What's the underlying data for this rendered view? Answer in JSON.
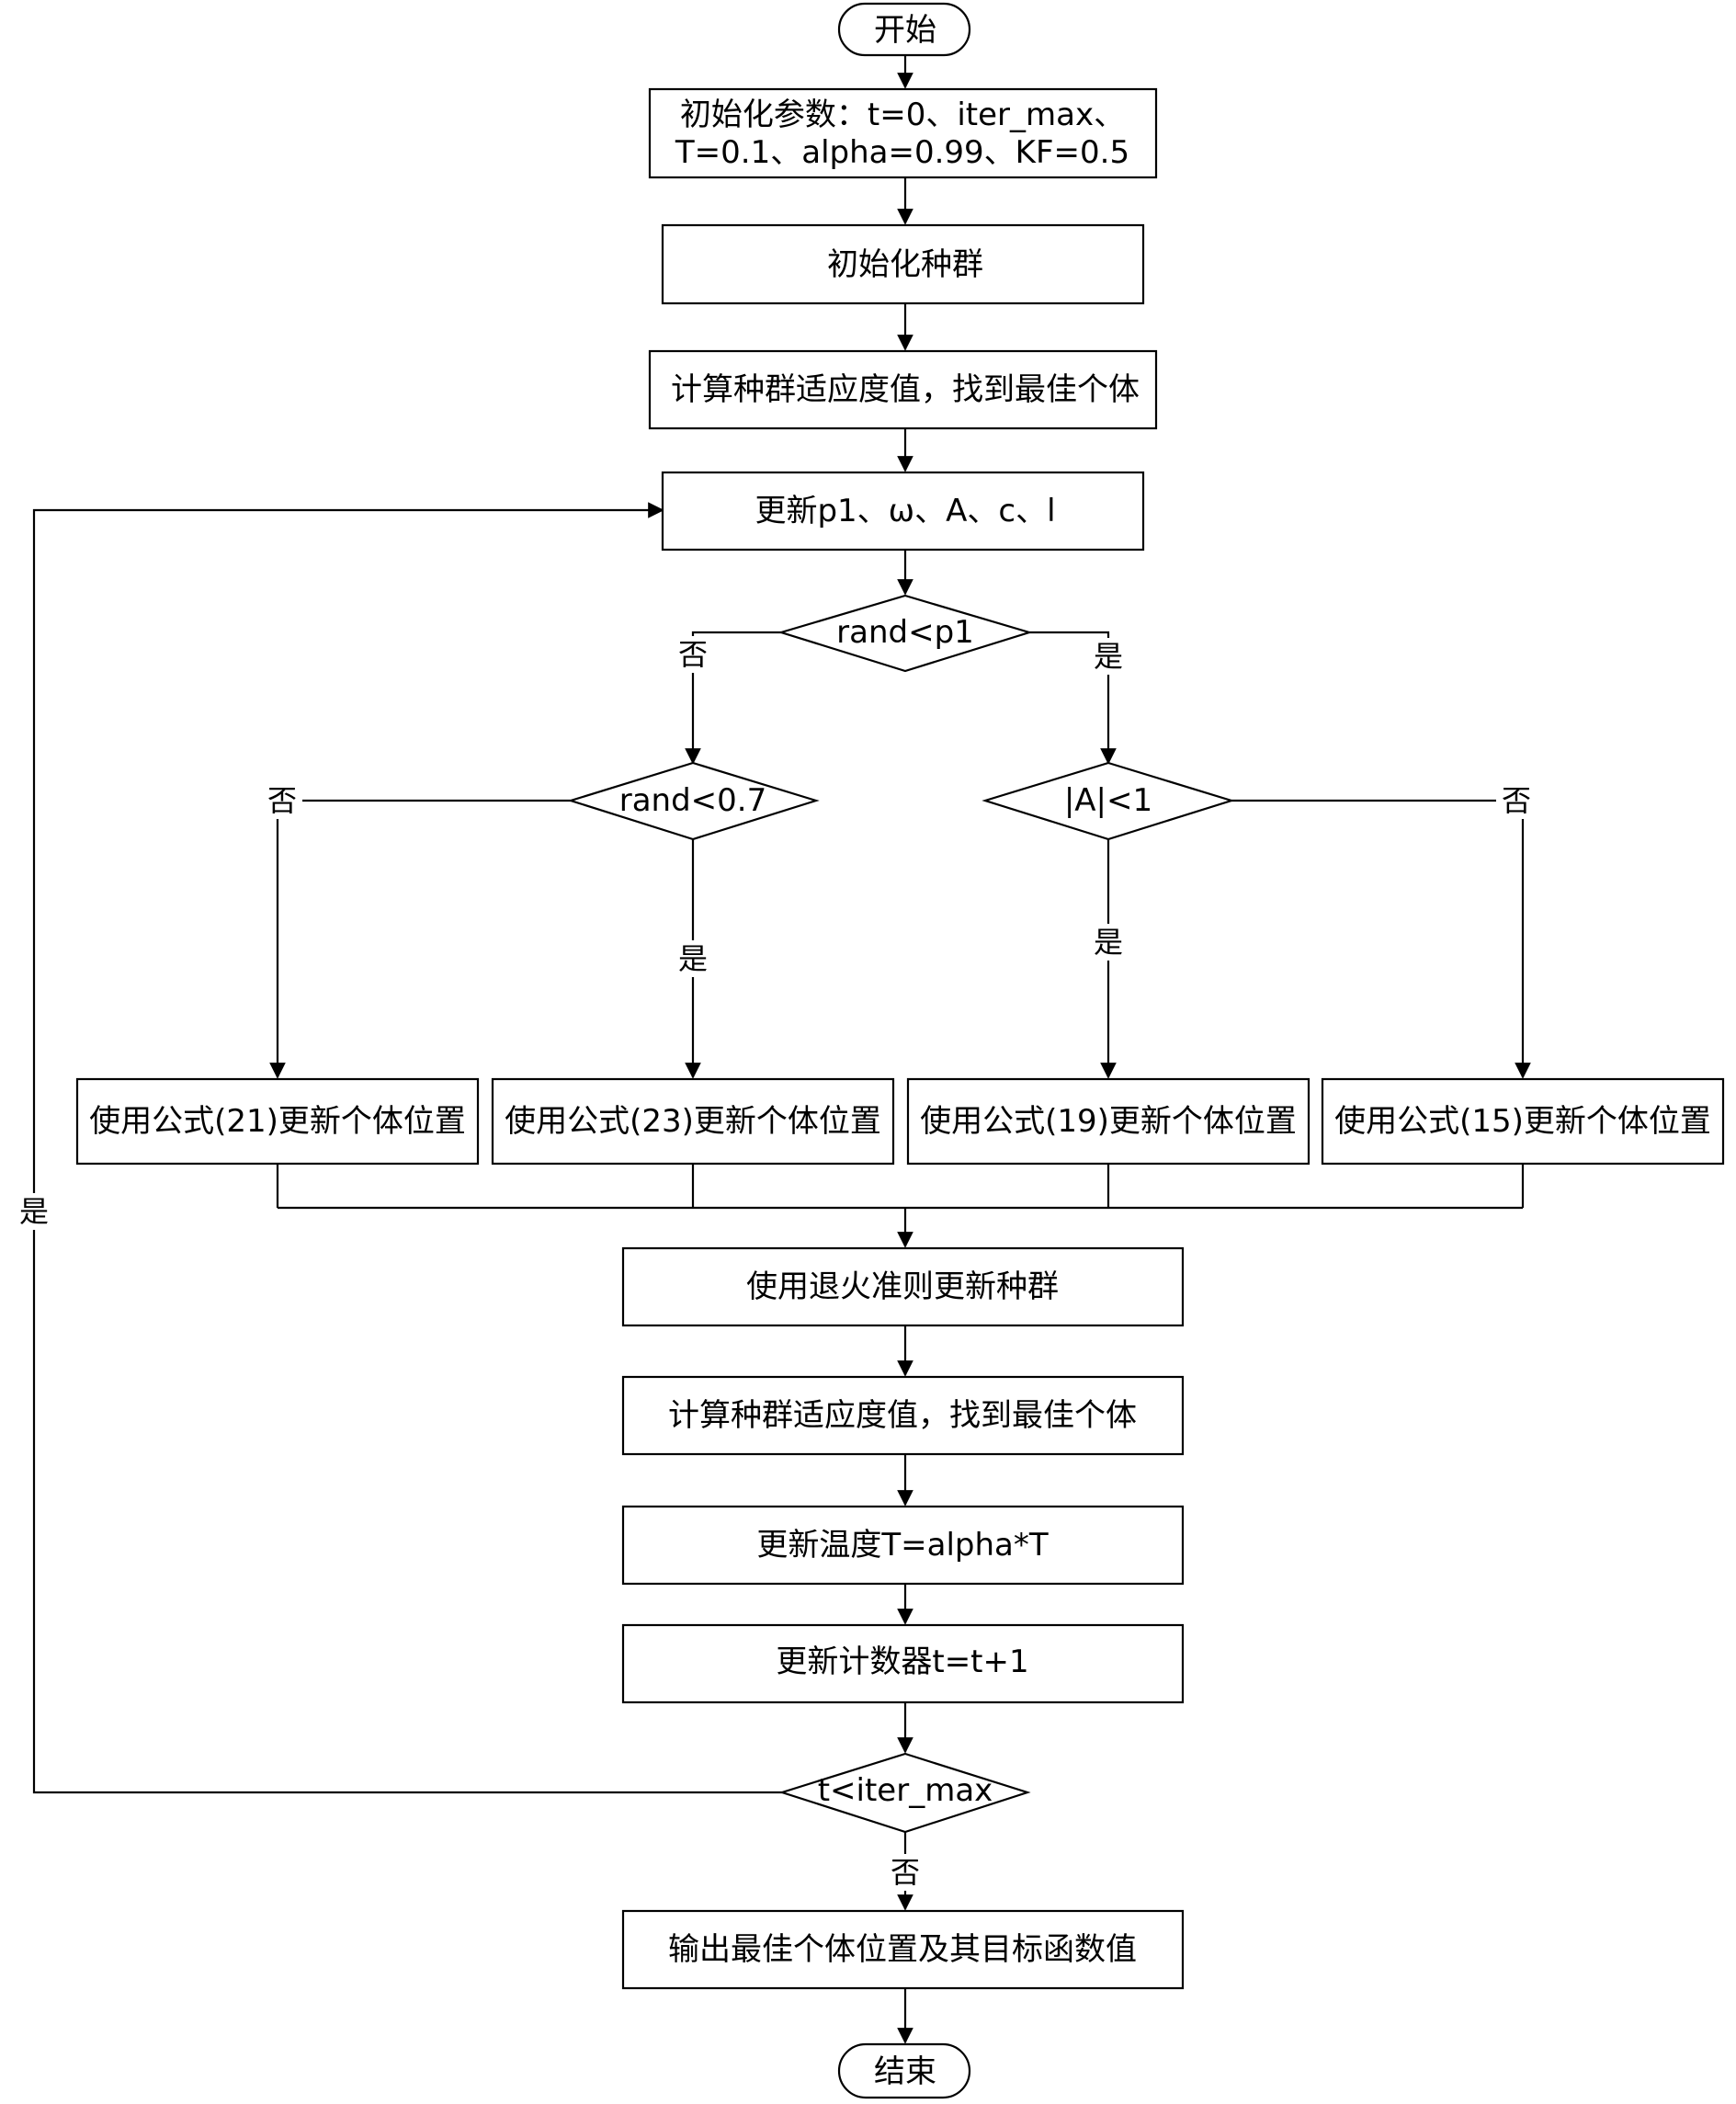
{
  "nodes": {
    "start": "开始",
    "init_params_line1": "初始化参数：t=0、iter_max、",
    "init_params_line2": "T=0.1、alpha=0.99、KF=0.5",
    "init_pop": "初始化种群",
    "calc_fitness_1": "计算种群适应度值，找到最佳个体",
    "update_params": "更新p1、ω、A、c、l",
    "decision_rand_p1": "rand<p1",
    "decision_rand_07": "rand<0.7",
    "decision_abs_a": "|A|<1",
    "update_eq21": "使用公式(21)更新个体位置",
    "update_eq23": "使用公式(23)更新个体位置",
    "update_eq19": "使用公式(19)更新个体位置",
    "update_eq15": "使用公式(15)更新个体位置",
    "anneal_update": "使用退火准则更新种群",
    "calc_fitness_2": "计算种群适应度值，找到最佳个体",
    "update_temp": "更新温度T=alpha*T",
    "update_counter": "更新计数器t=t+1",
    "decision_iter": "t<iter_max",
    "output": "输出最佳个体位置及其目标函数值",
    "end": "结束"
  },
  "labels": {
    "p1_no": "否",
    "p1_yes": "是",
    "r07_no": "否",
    "r07_yes": "是",
    "absA_no": "否",
    "absA_yes": "是",
    "loop_yes": "是",
    "iter_no": "否"
  }
}
